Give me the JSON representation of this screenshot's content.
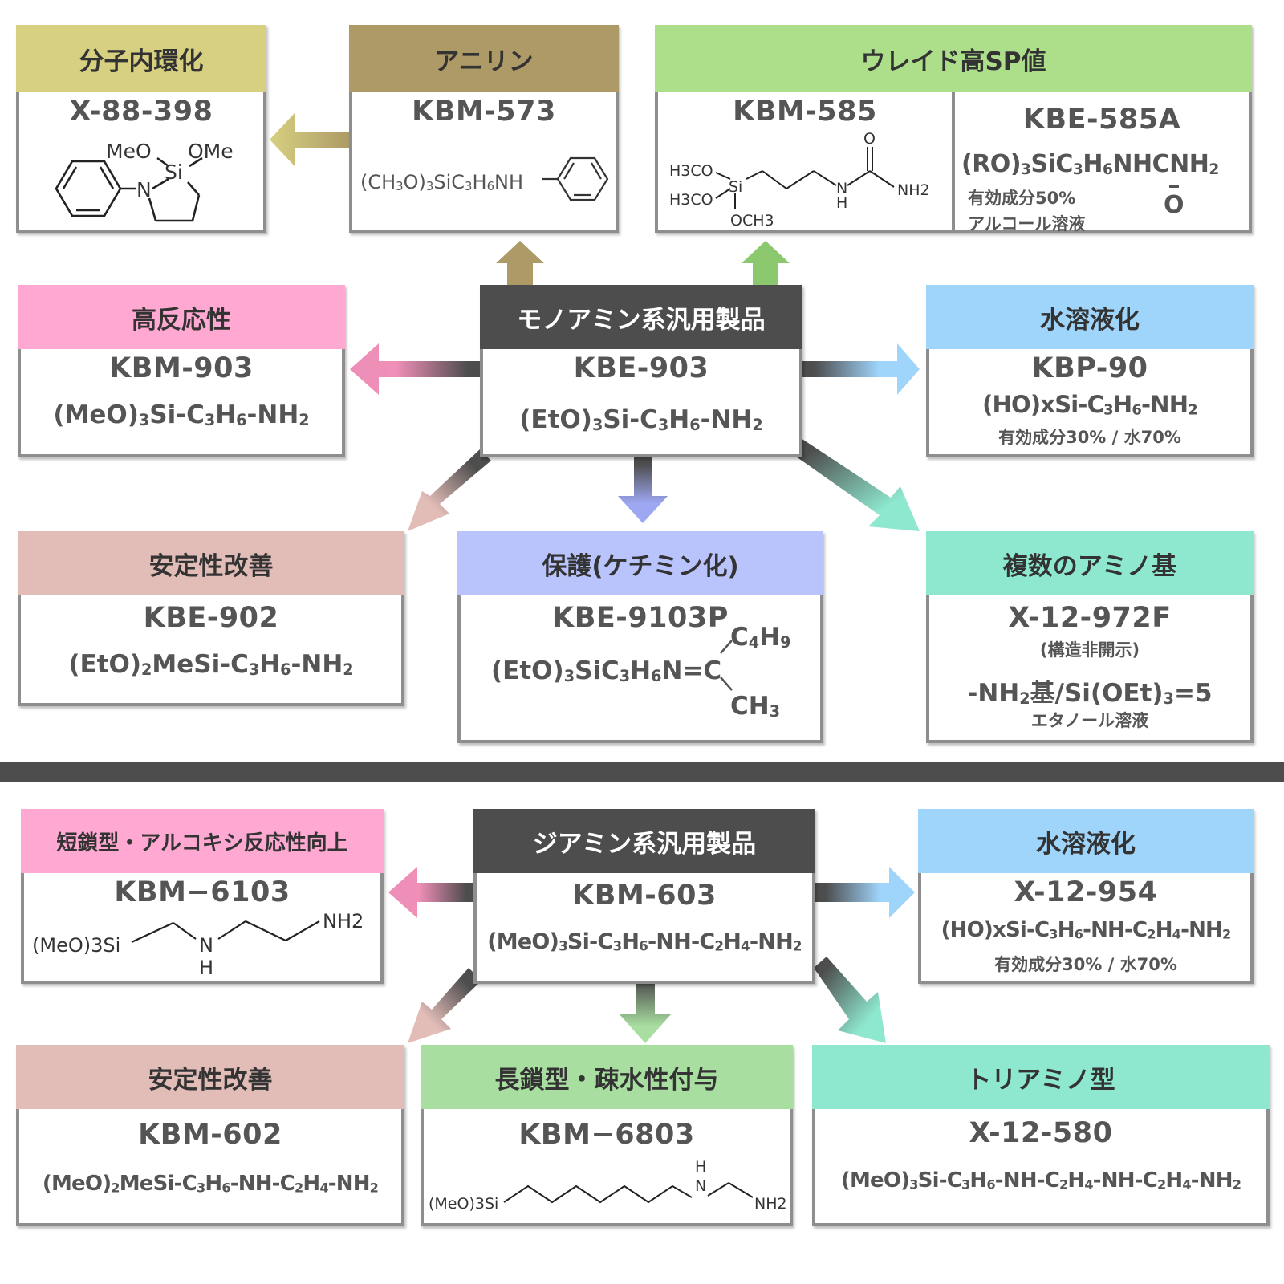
{
  "colors": {
    "olive": "#d7d081",
    "brown": "#ad9a66",
    "green": "#addf8a",
    "pink": "#ffa8d2",
    "blue": "#9fd4fb",
    "rose": "#e2bdb8",
    "violet": "#b9c3fc",
    "teal": "#8ee8cf",
    "lightgreen": "#a8dea0",
    "dark": "#4d4d4d"
  },
  "mono": {
    "center": {
      "title": "モノアミン系汎用製品",
      "code": "KBE-903",
      "formula": "(EtO)3Si-C3H6-NH2"
    },
    "cyclization": {
      "title": "分子内環化",
      "code": "X-88-398",
      "structure": {
        "left": "MeO",
        "right": "OMe",
        "si": "Si",
        "n": "N"
      }
    },
    "aniline": {
      "title": "アニリン",
      "code": "KBM-573",
      "formula": "(CH3O)3SiC3H6NH"
    },
    "ureido": {
      "title": "ウレイド高SP値",
      "left": {
        "code": "KBM-585",
        "structure": {
          "h3co_a": "H3CO",
          "h3co_b": "H3CO",
          "si": "Si",
          "och3": "OCH3",
          "n": "N",
          "h": "H",
          "o": "O",
          "nh2": "NH2"
        }
      },
      "right": {
        "code": "KBE-585A",
        "formula": "(RO)3SiC3H6NHCNH2",
        "oxygen": "O",
        "note1": "有効成分50%",
        "note2": "アルコール溶液"
      }
    },
    "reactivity": {
      "title": "高反応性",
      "code": "KBM-903",
      "formula": "(MeO)3Si-C3H6-NH2"
    },
    "water": {
      "title": "水溶液化",
      "code": "KBP-90",
      "formula": "(HO)xSi-C3H6-NH2",
      "note": "有効成分30% / 水70%"
    },
    "stability": {
      "title": "安定性改善",
      "code": "KBE-902",
      "formula": "(EtO)2MeSi-C3H6-NH2"
    },
    "protection": {
      "title": "保護(ケチミン化)",
      "code": "KBE-9103P",
      "formula": "(EtO)3SiC3H6N=C",
      "upper": "C4H9",
      "lower": "CH3"
    },
    "multi": {
      "title": "複数のアミノ基",
      "code": "X-12-972F",
      "subnote": "(構造非開示)",
      "formula": "-NH2基/Si(OEt)3=5",
      "note": "エタノール溶液"
    }
  },
  "di": {
    "center": {
      "title": "ジアミン系汎用製品",
      "code": "KBM-603",
      "formula": "(MeO)3Si-C3H6-NH-C2H4-NH2"
    },
    "short": {
      "title": "短鎖型・アルコキシ反応性向上",
      "code": "KBM−6103",
      "structure": {
        "si": "(MeO)3Si",
        "n": "N",
        "h": "H",
        "nh2": "NH2"
      }
    },
    "water": {
      "title": "水溶液化",
      "code": "X-12-954",
      "formula": "(HO)xSi-C3H6-NH-C2H4-NH2",
      "note": "有効成分30% / 水70%"
    },
    "stability": {
      "title": "安定性改善",
      "code": "KBM-602",
      "formula": "(MeO)2MeSi-C3H6-NH-C2H4-NH2"
    },
    "long": {
      "title": "長鎖型・疎水性付与",
      "code": "KBM−6803",
      "structure": {
        "si": "(MeO)3Si",
        "h": "H",
        "n": "N",
        "nh2": "NH2"
      }
    },
    "triamino": {
      "title": "トリアミノ型",
      "code": "X-12-580",
      "formula": "(MeO)3Si-C3H6-NH-C2H4-NH-C2H4-NH2"
    }
  }
}
